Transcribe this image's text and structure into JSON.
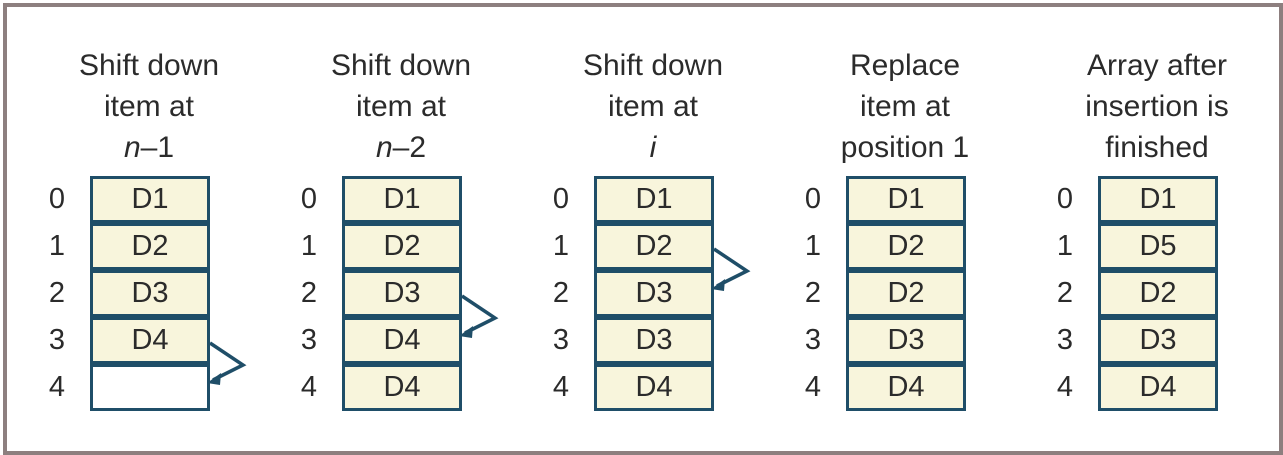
{
  "panels": [
    {
      "title_lines": [
        "Shift down",
        "item at"
      ],
      "title_italic": {
        "var": "n",
        "suffix": "–1"
      },
      "indices": [
        "0",
        "1",
        "2",
        "3",
        "4"
      ],
      "cells": [
        "D1",
        "D2",
        "D3",
        "D4",
        ""
      ],
      "arrow": {
        "from_index": 3,
        "to_index": 4
      }
    },
    {
      "title_lines": [
        "Shift down",
        "item at"
      ],
      "title_italic": {
        "var": "n",
        "suffix": "–2"
      },
      "indices": [
        "0",
        "1",
        "2",
        "3",
        "4"
      ],
      "cells": [
        "D1",
        "D2",
        "D3",
        "D4",
        "D4"
      ],
      "arrow": {
        "from_index": 2,
        "to_index": 3
      }
    },
    {
      "title_lines": [
        "Shift down",
        "item at"
      ],
      "title_italic": {
        "var": "i",
        "suffix": ""
      },
      "indices": [
        "0",
        "1",
        "2",
        "3",
        "4"
      ],
      "cells": [
        "D1",
        "D2",
        "D3",
        "D3",
        "D4"
      ],
      "arrow": {
        "from_index": 1,
        "to_index": 2
      }
    },
    {
      "title_lines": [
        "Replace",
        "item at",
        "position 1"
      ],
      "indices": [
        "0",
        "1",
        "2",
        "3",
        "4"
      ],
      "cells": [
        "D1",
        "D2",
        "D2",
        "D3",
        "D4"
      ]
    },
    {
      "title_lines": [
        "Array after",
        "insertion is",
        "finished"
      ],
      "indices": [
        "0",
        "1",
        "2",
        "3",
        "4"
      ],
      "cells": [
        "D1",
        "D5",
        "D2",
        "D3",
        "D4"
      ]
    }
  ],
  "colors": {
    "cell_fill": "#f8f5dc",
    "cell_border": "#1f4e68",
    "arrow": "#1f4e68",
    "frame": "#8d7f7f",
    "text": "#2b2b2b"
  }
}
